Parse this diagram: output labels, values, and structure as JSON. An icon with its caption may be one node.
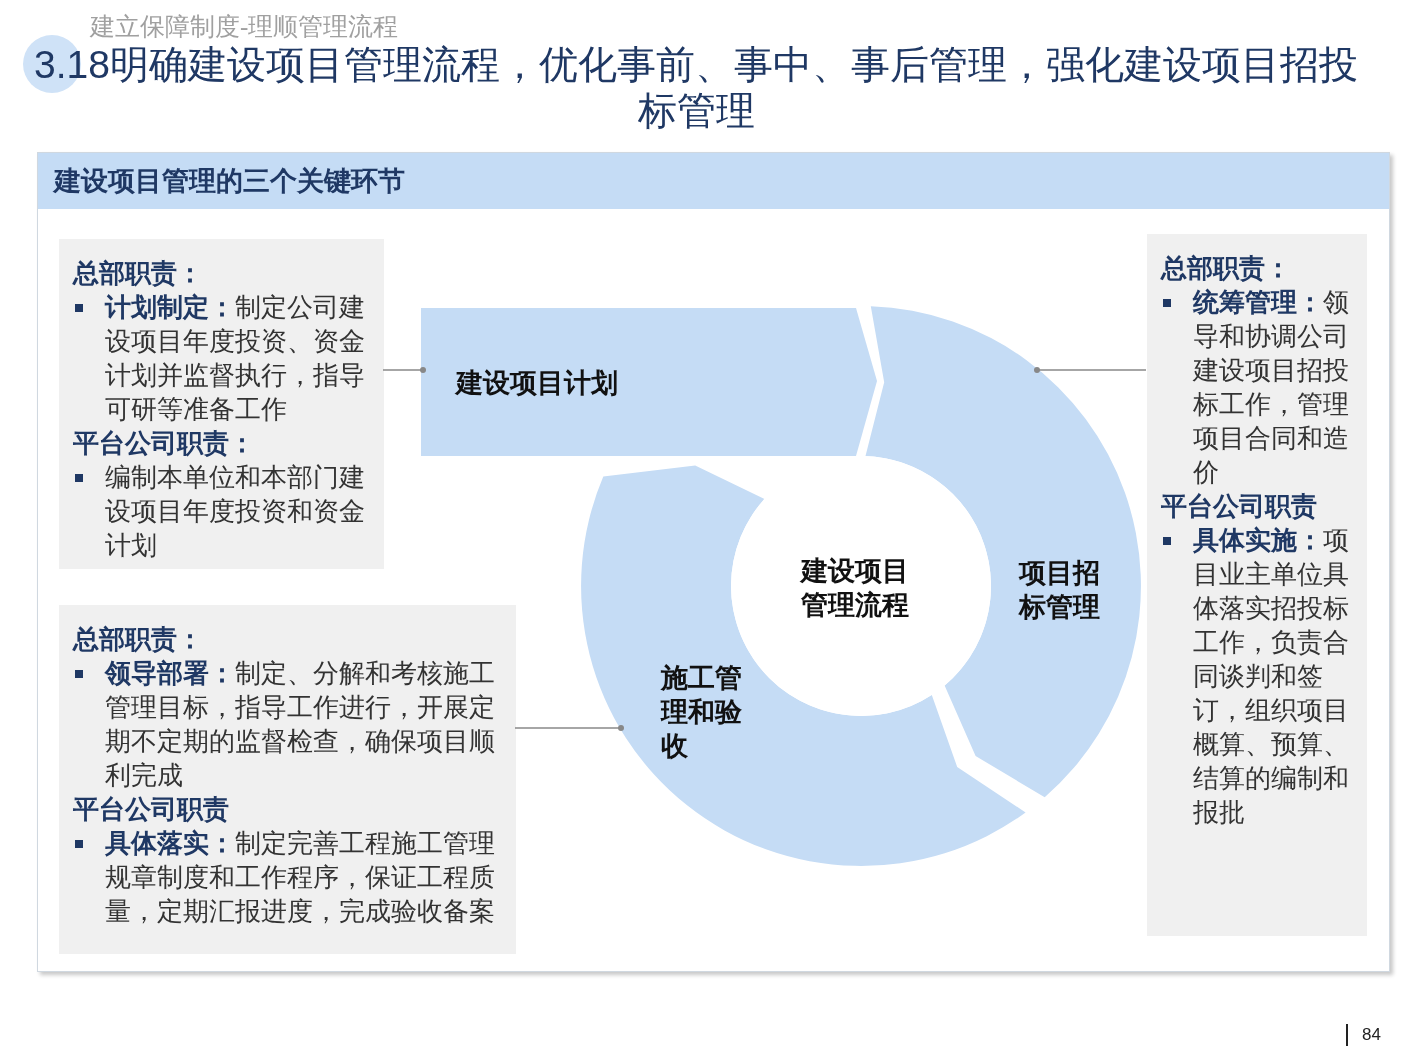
{
  "diagram": {
    "title": "3.18明确建设项目管理流程，优化事前、事中、事后管理，强化建设项目招投标管理",
    "nodes": [
      {
        "text": [
          "建设项目管理的三个关键环节"
        ]
      },
      {
        "text": [
          "总部职责：",
          "**计划制定：**制定公司建设项目年度投资、资金计划并监督执行，指导可研等准备工作",
          "平台公司职责：",
          "编制本单位和本部门建设项目年度投资和资金计划"
        ],
        "in": 0
      },
      {
        "text": [
          "总部职责：",
          "**领导部署：**制定、分解和考核施工管理目标，指导工作进行，开展定期不定期的监督检查，确保项目顺利完成",
          "平台公司职责",
          "**具体落实：**制定完善工程施工管理规章制度和工作程序，保证工程质量，定期汇报进度，完成验收备案"
        ],
        "in": 0
      },
      {
        "text": [
          "总部职责：",
          "**统筹管理：**领导和协调公司建设项目招投标工作，管理项目合同和造价",
          "平台公司职责",
          "**具体实施：**项目业主单位具体落实招投标工作，负责合同谈判和签订，组织项目概算、预算、结算的编制和报批"
        ],
        "in": 0
      },
      {
        "text": [
          "建设项目计划"
        ],
        "in": 0
      },
      {
        "text": [
          "项目招标管理"
        ],
        "in": 0
      },
      {
        "text": [
          "施工管理和验收"
        ],
        "in": 0
      },
      {
        "text": [
          "建设项目管理流程"
        ],
        "in": 0
      }
    ],
    "edges": [
      {
        "from": 1,
        "to": 4,
        "arrow": "other"
      },
      {
        "from": 3,
        "to": 5,
        "arrow": "other"
      },
      {
        "from": 2,
        "to": 6,
        "arrow": "other"
      }
    ],
    "labels": [
      "建立保障制度-理顺管理流程",
      "84"
    ]
  }
}
